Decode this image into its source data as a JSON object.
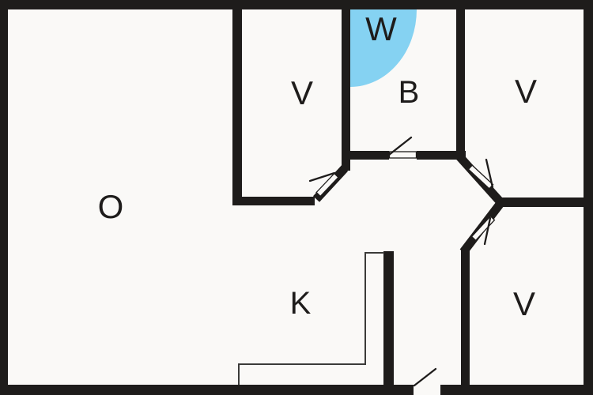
{
  "diagram": {
    "kind": "apartment-floor-plan",
    "rooms": {
      "o": {
        "label": "O"
      },
      "v_top_left": {
        "label": "V"
      },
      "w": {
        "label": "W"
      },
      "b": {
        "label": "B"
      },
      "v_top_right": {
        "label": "V"
      },
      "k": {
        "label": "K"
      },
      "v_bottom_right": {
        "label": "V"
      }
    },
    "features": {
      "shower_corner": "quarter-circle in top-left of bath room",
      "kitchen_counter": "L-shaped thin outline along hall wall and bottom wall",
      "doors": [
        "v-top-left-door",
        "bath-door",
        "v-top-right-door",
        "v-bottom-right-door",
        "entrance-door"
      ]
    }
  },
  "colors": {
    "wall": "#1e1c1b",
    "background": "#faf9f7",
    "water_feature": "#85d2f2",
    "counter_line": "#3b3b39"
  }
}
